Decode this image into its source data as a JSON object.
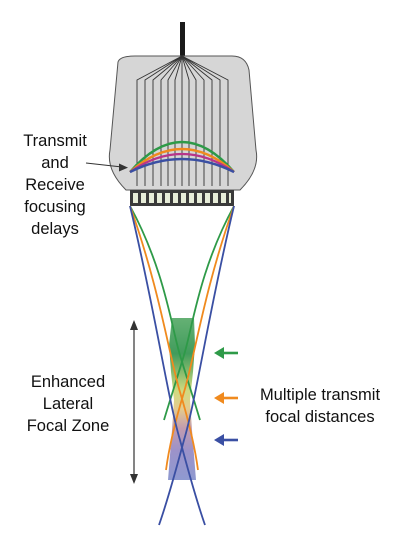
{
  "labels": {
    "delays": [
      "Transmit",
      "and",
      "Receive",
      "focusing",
      "delays"
    ],
    "zone": [
      "Enhanced",
      "Lateral",
      "Focal Zone"
    ],
    "multi": [
      "Multiple transmit",
      "focal distances"
    ]
  },
  "colors": {
    "green": "#2e9a48",
    "orange": "#f08a1e",
    "blue": "#3a4fa3",
    "magenta": "#b8348a",
    "housing": "#d6d6d6",
    "outline": "#555555",
    "arrow": "#333333"
  }
}
